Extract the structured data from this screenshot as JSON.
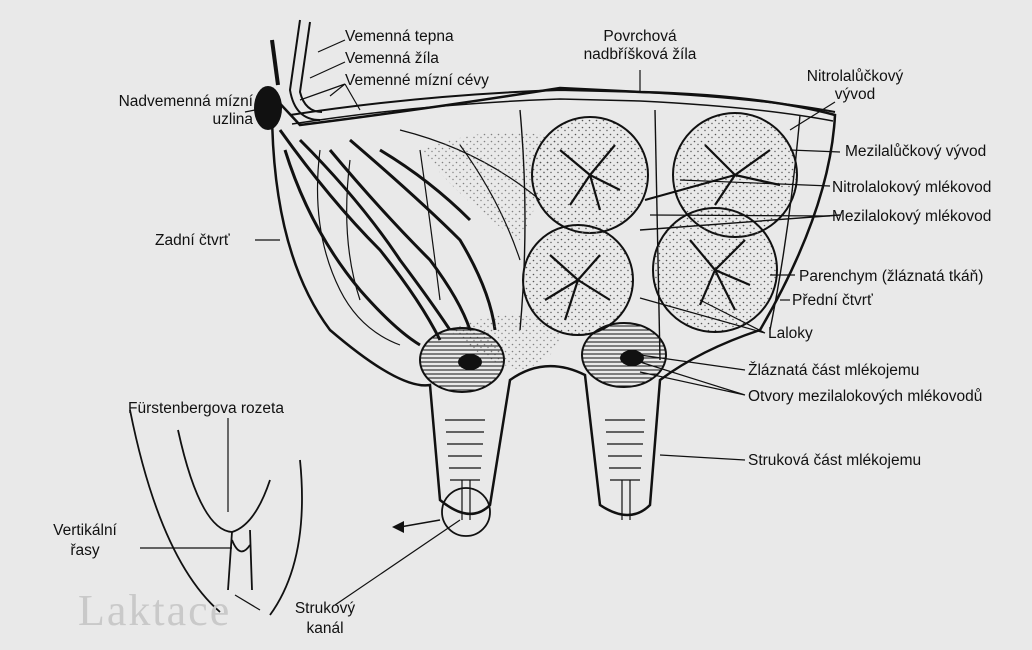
{
  "diagram": {
    "labels": {
      "vemenna_tepna": "Vemenná tepna",
      "vemenna_zila": "Vemenná žíla",
      "vemenne_mizni_cevy": "Vemenné mízní cévy",
      "nadvemenna_1": "Nadvemenná mízní",
      "nadvemenna_2": "uzlina",
      "povrchova_1": "Povrchová",
      "povrchova_2": "nadbříšková žíla",
      "nitrolaluckovy_1": "Nitrolalůčkový",
      "nitrolaluckovy_2": "vývod",
      "mezilaluckovy": "Mezilalůčkový vývod",
      "nitrolalokovy": "Nitrolalokový mlékovod",
      "mezilalokovy": "Mezilalokový mlékovod",
      "parenchym": "Parenchym (žláznatá tkáň)",
      "predni_ctvrt": "Přední čtvrť",
      "zadni_ctvrt": "Zadní čtvrť",
      "laloky": "Laloky",
      "zlaznata_cast": "Žláznatá část mlékojemu",
      "otvory": "Otvory mezilalokových mlékovodů",
      "strukova_cast": "Struková část mlékojemu",
      "furstenbergova": "Fürstenbergova rozeta",
      "vertikalni_1": "Vertikální",
      "vertikalni_2": "řasy",
      "strukovy_1": "Strukový",
      "strukovy_2": "kanál"
    },
    "background_text": "Laktace",
    "colors": {
      "background": "#e9e9e9",
      "ink": "#111111",
      "stipple": "#555555"
    }
  }
}
